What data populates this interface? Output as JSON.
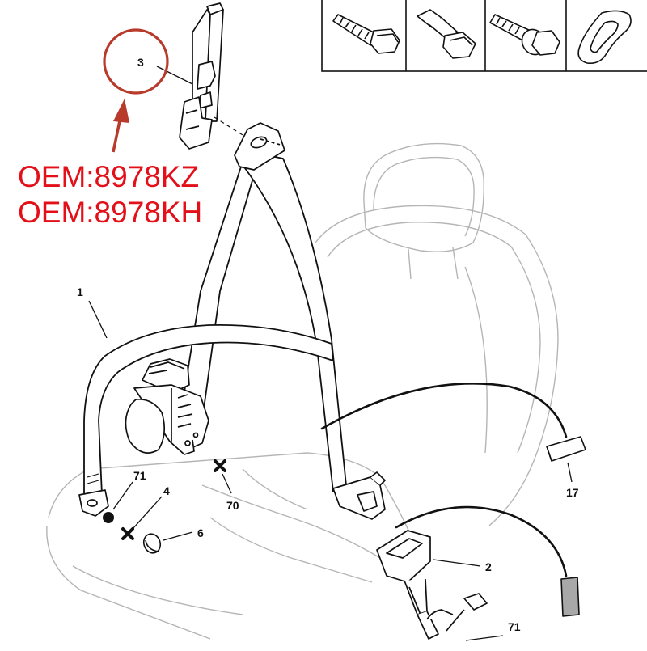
{
  "callouts": {
    "c1": "1",
    "c2": "2",
    "c3": "3",
    "c4": "4",
    "c6": "6",
    "c17": "17",
    "c70": "70",
    "c71a": "71",
    "c71b": "71"
  },
  "oem_codes": [
    "OEM:8978KZ",
    "OEM:8978KH"
  ],
  "fastener_legend": [
    "bolt-icon",
    "shoulder-bolt-icon",
    "flange-bolt-icon",
    "spacer-washer-icon"
  ],
  "colors": {
    "oem_text": "#e3101a",
    "highlight": "#b83a2a",
    "line": "#111111",
    "ghost_seat": "#b5b5b5"
  }
}
